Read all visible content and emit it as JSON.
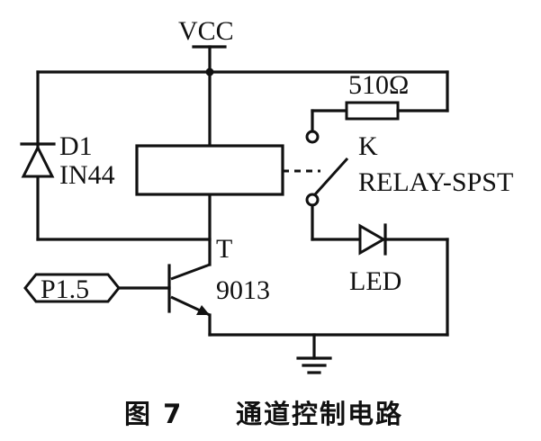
{
  "labels": {
    "vcc": "VCC",
    "resistor_value": "510Ω",
    "diode_name": "D1",
    "diode_part": "IN44",
    "relay_name": "K",
    "relay_type": "RELAY-SPST",
    "transistor_name": "T",
    "transistor_part": "9013",
    "input_port": "P1.5",
    "led": "LED"
  },
  "caption": {
    "figure_number": "图 7",
    "title": "通道控制电路"
  }
}
